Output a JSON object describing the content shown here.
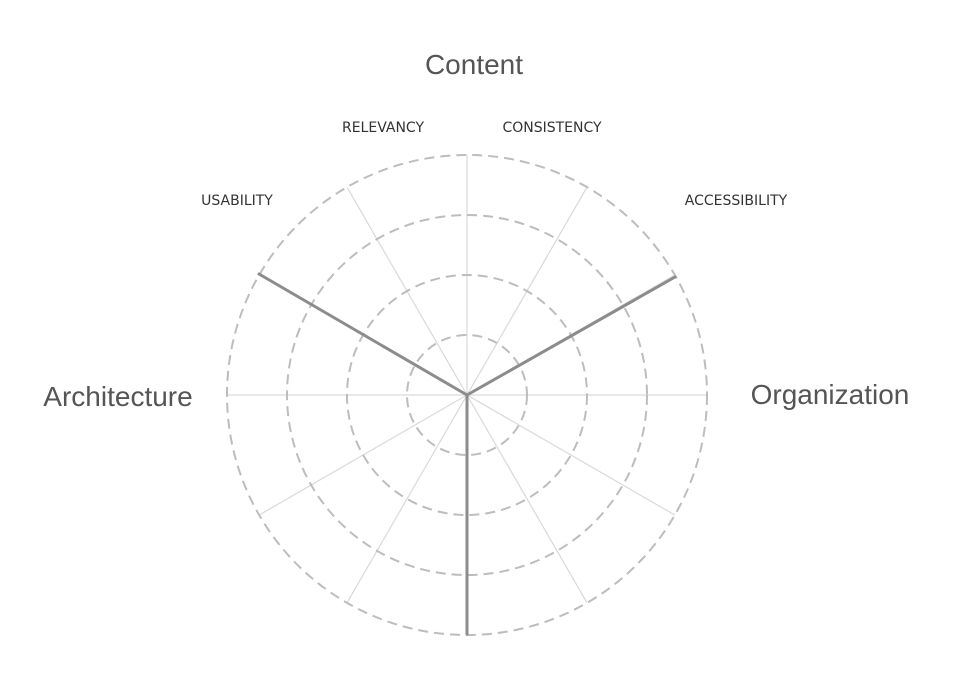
{
  "diagram": {
    "sections": [
      {
        "id": "content",
        "label": "Content"
      },
      {
        "id": "organization",
        "label": "Organization"
      },
      {
        "id": "architecture",
        "label": "Architecture"
      }
    ],
    "axes": [
      {
        "id": "relevancy",
        "label": "RELEVANCY"
      },
      {
        "id": "consistency",
        "label": "CONSISTENCY"
      },
      {
        "id": "usability",
        "label": "USABILITY"
      },
      {
        "id": "accessibility",
        "label": "ACCESSIBILITY"
      }
    ],
    "ring_count": 4,
    "spoke_count": 12,
    "colors": {
      "ring": "#bdbdbd",
      "spoke": "#d9d9d9",
      "divider": "#8c8c8c",
      "section_text": "#555555",
      "axis_text": "#333333"
    }
  }
}
